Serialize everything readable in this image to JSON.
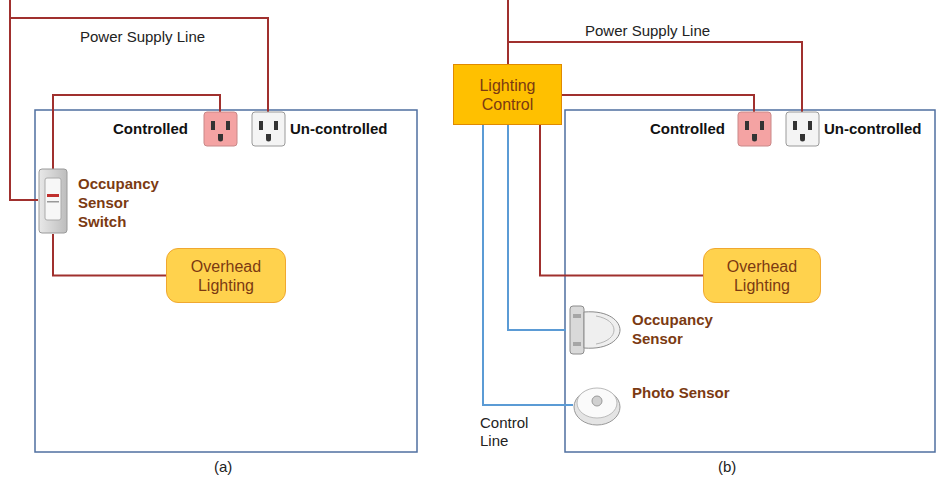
{
  "diagram": {
    "nodes": [
      {
        "text": [
          "Occupancy Sensor Switch"
        ]
      },
      {
        "text": [
          "Overhead Lighting"
        ]
      },
      {
        "text": [
          "Lighting Control"
        ]
      },
      {
        "text": [
          "Overhead Lighting"
        ]
      },
      {
        "text": [
          "Occupancy Sensor"
        ]
      },
      {
        "text": [
          "Photo Sensor"
        ]
      }
    ],
    "edges": [
      {
        "from": 0,
        "to": 1,
        "arrow": "none"
      },
      {
        "from": 2,
        "to": 3,
        "arrow": "none"
      },
      {
        "from": 2,
        "to": 4,
        "arrow": "none"
      },
      {
        "from": 2,
        "to": 5,
        "arrow": "none"
      }
    ],
    "labels": [
      "Power Supply Line",
      "Controlled",
      "Un-controlled",
      "(a)",
      "Power Supply Line",
      "Controlled",
      "Un-controlled",
      "Control Line",
      "(b)"
    ]
  }
}
